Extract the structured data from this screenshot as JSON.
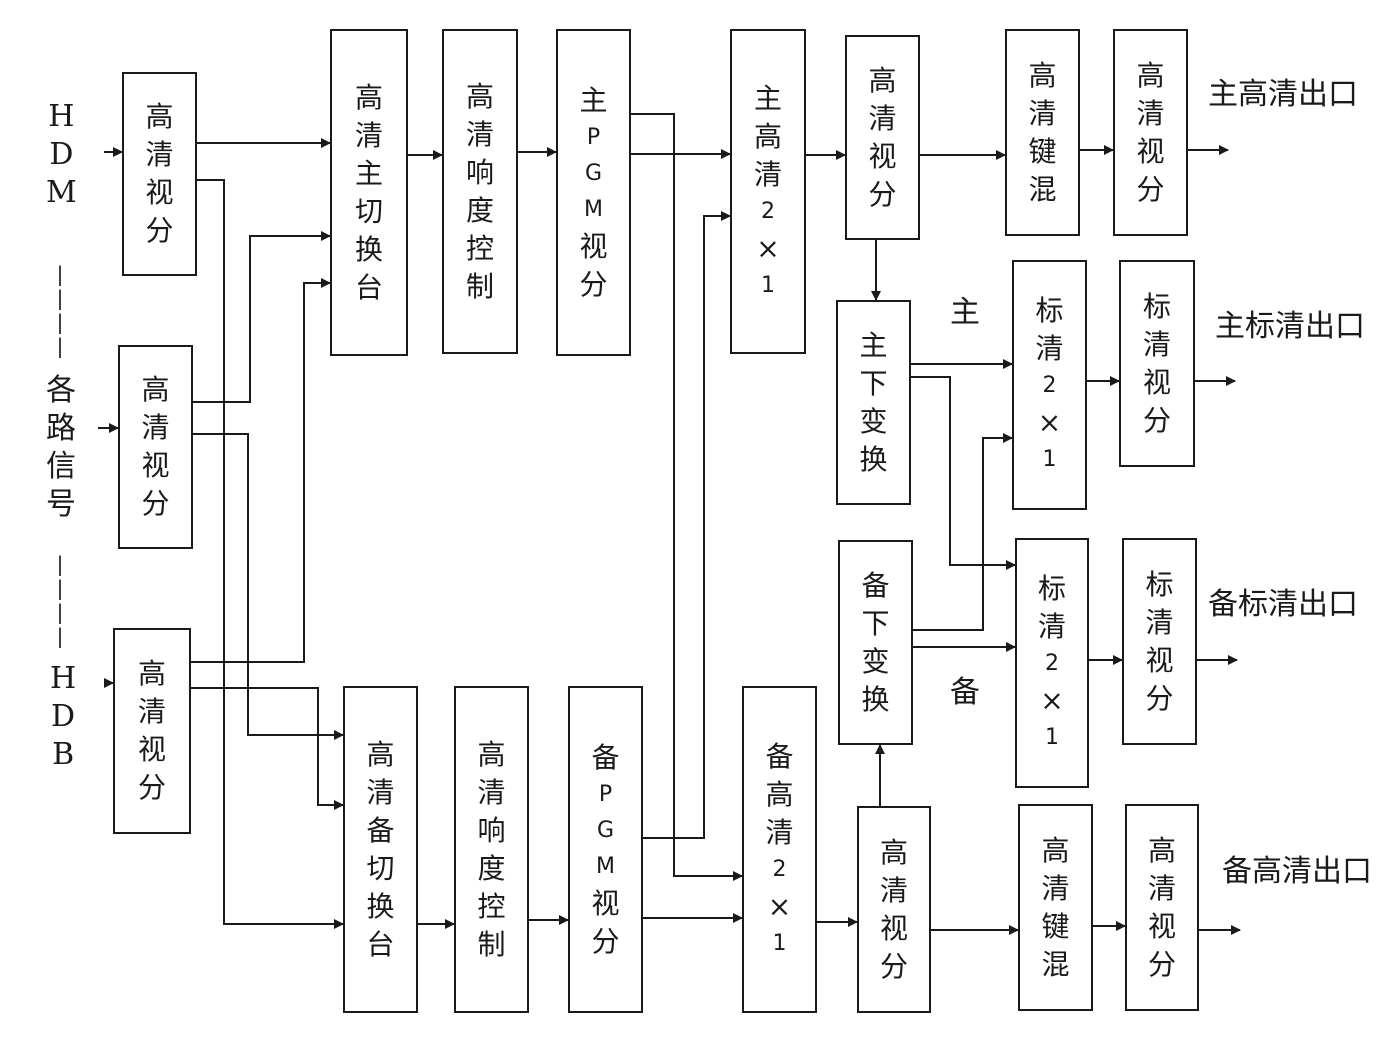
{
  "inputs": {
    "hdm": [
      "H",
      "D",
      "M"
    ],
    "mid": [
      "各",
      "路",
      "信",
      "号"
    ],
    "hdb": [
      "H",
      "D",
      "B"
    ]
  },
  "blocks": {
    "split_top": "高清视分",
    "split_mid": "高清视分",
    "split_bot": "高清视分",
    "main_switcher": "高清主切换台",
    "main_loudness": "高清响度控制",
    "main_pgm_split": "主PGM视分",
    "main_2x1": "主高清2×1",
    "main_hd_split": "高清视分",
    "main_keyer": "高清键混",
    "main_out_split": "高清视分",
    "main_downconv": "主下变换",
    "sd_main_2x1": "标清2×1",
    "sd_main_split": "标清视分",
    "backup_downconv": "备下变换",
    "sd_backup_2x1": "标清2×1",
    "sd_backup_split": "标清视分",
    "backup_switcher": "高清备切换台",
    "backup_loudness": "高清响度控制",
    "backup_pgm_split": "备PGM视分",
    "backup_2x1": "备高清2×1",
    "backup_hd_split": "高清视分",
    "backup_keyer": "高清键混",
    "backup_out_split": "高清视分"
  },
  "labels": {
    "main_hd_out": "主高清出口",
    "main_sd_out": "主标清出口",
    "backup_sd_out": "备标清出口",
    "backup_hd_out": "备高清出口",
    "main_tag": "主",
    "backup_tag": "备"
  }
}
